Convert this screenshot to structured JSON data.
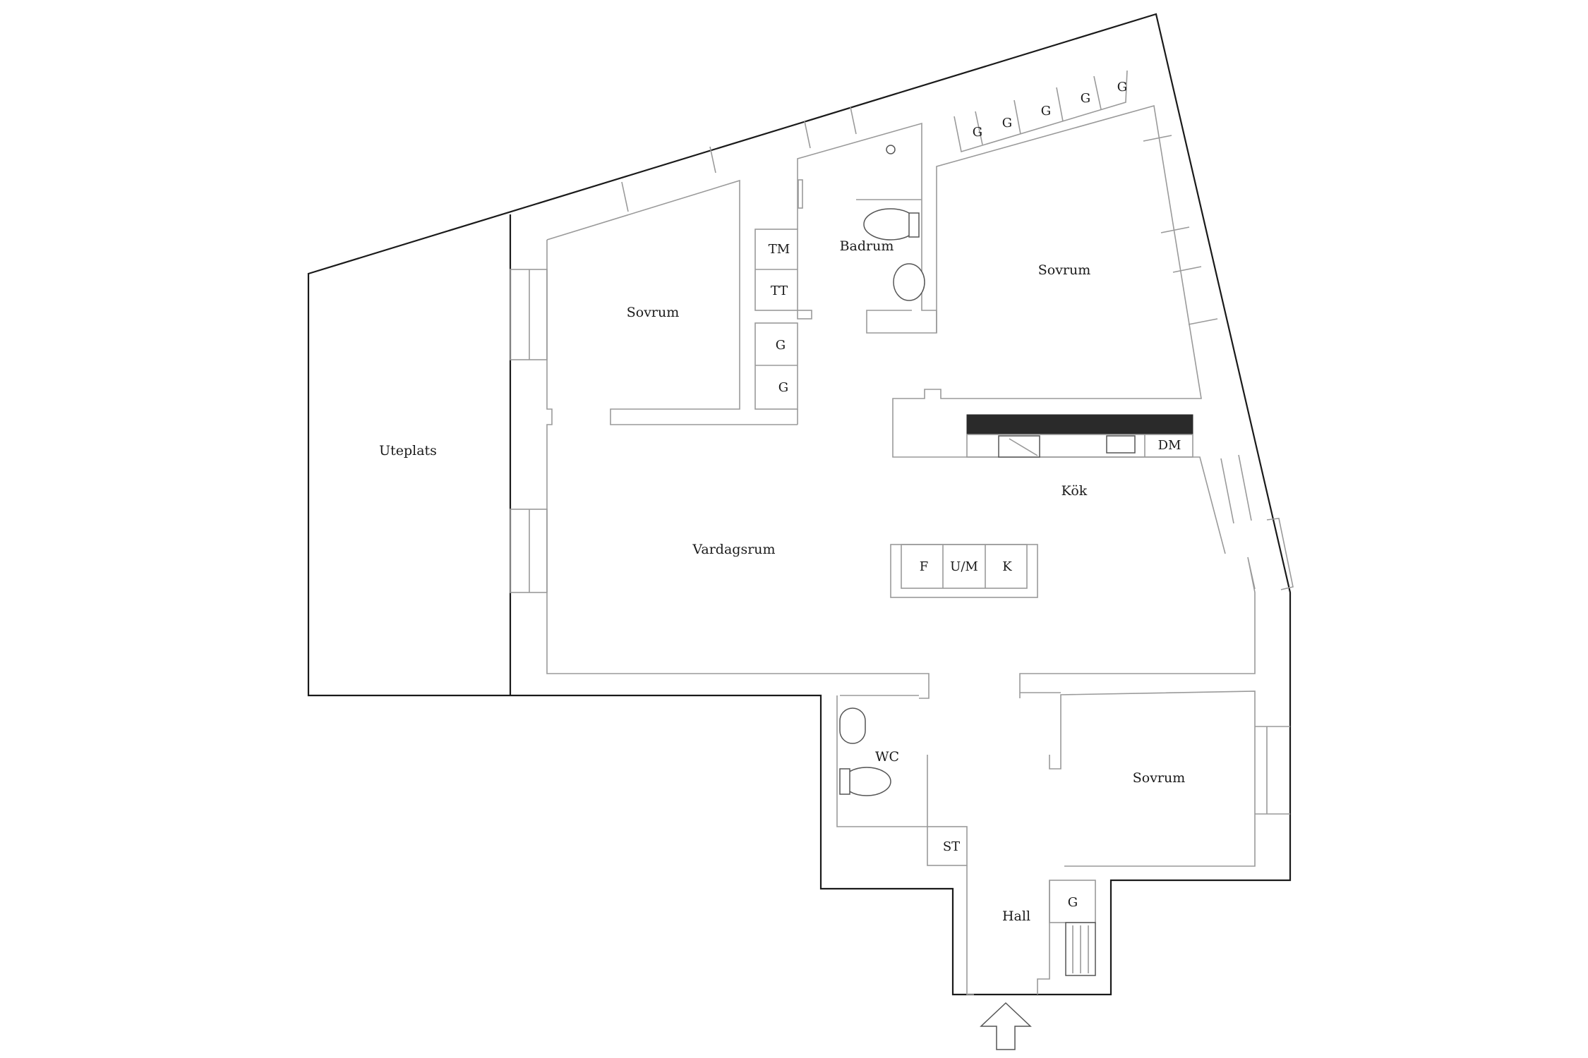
{
  "rooms": {
    "uteplats": "Uteplats",
    "sovrum_west": "Sovrum",
    "badrum": "Badrum",
    "sovrum_north": "Sovrum",
    "kok": "Kök",
    "vardagsrum": "Vardagsrum",
    "wc": "WC",
    "sovrum_east": "Sovrum",
    "hall": "Hall"
  },
  "fixtures": {
    "tm": "TM",
    "tt": "TT",
    "dm": "DM",
    "f": "F",
    "um": "U/M",
    "k": "K",
    "st": "ST",
    "g": "G"
  },
  "icons": [
    "entrance-arrow-icon",
    "toilet-icon",
    "sink-icon",
    "shower-icon",
    "stove-icon",
    "radiator-icon"
  ]
}
